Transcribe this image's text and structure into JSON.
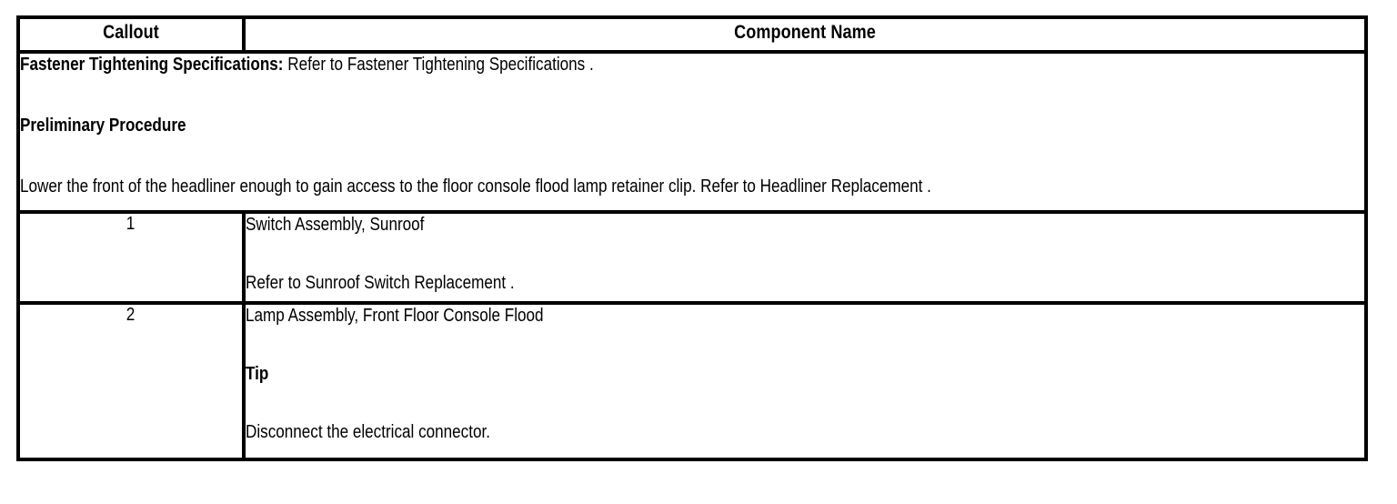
{
  "document": {
    "type": "service-manual-component-table"
  },
  "table": {
    "headers": {
      "callout": "Callout",
      "component": "Component Name"
    },
    "preliminary_block": {
      "fastener_label": "Fastener Tightening Specifications:",
      "fastener_text": " Refer to Fastener Tightening Specifications .",
      "preliminary_heading": "Preliminary Procedure",
      "preliminary_text": "Lower the front of the headliner enough to gain access to the floor console flood lamp retainer clip. Refer to Headliner Replacement ."
    },
    "rows": [
      {
        "callout": "1",
        "title": "Switch Assembly, Sunroof",
        "note_heading": "",
        "note_text": "Refer to Sunroof Switch Replacement ."
      },
      {
        "callout": "2",
        "title": "Lamp Assembly, Front Floor Console Flood",
        "note_heading": "Tip",
        "note_text": "Disconnect the electrical connector."
      }
    ]
  },
  "colors": {
    "border": "#000000",
    "background": "#ffffff",
    "text": "#000000"
  }
}
